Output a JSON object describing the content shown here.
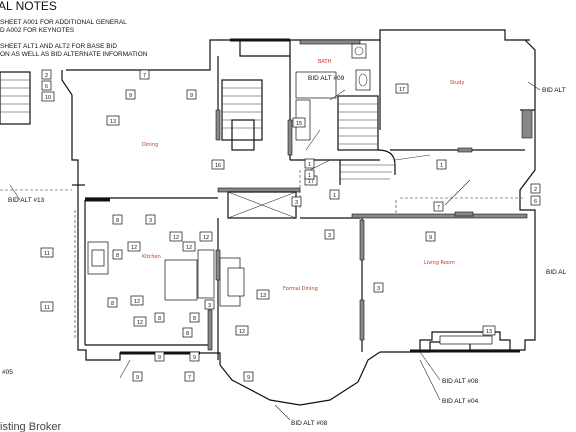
{
  "header": {
    "title": "AL NOTES",
    "notes": [
      "SHEET A001 FOR ADDITIONAL GENERAL",
      "D A002 FOR KEYNOTES",
      "SHEET ALT1 AND ALT2 FOR BASE BID",
      "ON AS WELL AS BID ALTERNATE INFORMATION"
    ]
  },
  "rooms": {
    "dining": "Dining",
    "kitchen": "Kitchen",
    "bath": "BATH",
    "study": "Study",
    "formal_dining": "Formal Dining",
    "living_room": "Living Room"
  },
  "bid_alts": {
    "alt_09": "BID ALT #09",
    "alt_13": "BID ALT #13",
    "alt_08_right": "BID ALT #08",
    "alt_04": "BID ALT #04",
    "alt_08_bottom": "BID ALT #08",
    "alt_edge_top": "BID ALT",
    "alt_edge_mid": "BID AL"
  },
  "sheet_ref": "#05",
  "watermark": "isting Broker",
  "tags": [
    {
      "id": "t1",
      "label": "2"
    },
    {
      "id": "t2",
      "label": "6"
    },
    {
      "id": "t3",
      "label": "10"
    },
    {
      "id": "t4",
      "label": "9"
    },
    {
      "id": "t5",
      "label": "7"
    },
    {
      "id": "t6",
      "label": "9"
    },
    {
      "id": "t7",
      "label": "13"
    },
    {
      "id": "t8",
      "label": "16"
    },
    {
      "id": "t9",
      "label": "15"
    },
    {
      "id": "t10",
      "label": "17"
    },
    {
      "id": "t11",
      "label": "1"
    },
    {
      "id": "t12",
      "label": "17"
    },
    {
      "id": "t13",
      "label": "1"
    },
    {
      "id": "t14",
      "label": "1"
    },
    {
      "id": "t15",
      "label": "1"
    },
    {
      "id": "t16",
      "label": "2"
    },
    {
      "id": "t17",
      "label": "6"
    },
    {
      "id": "t18",
      "label": "7"
    },
    {
      "id": "t19",
      "label": "8"
    },
    {
      "id": "t20",
      "label": "3"
    },
    {
      "id": "t21",
      "label": "12"
    },
    {
      "id": "t22",
      "label": "8"
    },
    {
      "id": "t23",
      "label": "12"
    },
    {
      "id": "t24",
      "label": "11"
    },
    {
      "id": "t25",
      "label": "12"
    },
    {
      "id": "t26",
      "label": "8"
    },
    {
      "id": "t27",
      "label": "12"
    },
    {
      "id": "t28",
      "label": "11"
    },
    {
      "id": "t29",
      "label": "8"
    },
    {
      "id": "t30",
      "label": "8"
    },
    {
      "id": "t31",
      "label": "12"
    },
    {
      "id": "t32",
      "label": "13"
    },
    {
      "id": "t33",
      "label": "12"
    },
    {
      "id": "t34",
      "label": "9"
    },
    {
      "id": "t35",
      "label": "7"
    },
    {
      "id": "t36",
      "label": "9"
    },
    {
      "id": "t37",
      "label": "3"
    },
    {
      "id": "t38",
      "label": "3"
    },
    {
      "id": "t39",
      "label": "3"
    },
    {
      "id": "t40",
      "label": "13"
    },
    {
      "id": "t41",
      "label": "9"
    },
    {
      "id": "t42",
      "label": "9"
    },
    {
      "id": "t43",
      "label": "9"
    },
    {
      "id": "t44",
      "label": "8"
    },
    {
      "id": "t45",
      "label": "12"
    },
    {
      "id": "t46",
      "label": "3"
    }
  ]
}
